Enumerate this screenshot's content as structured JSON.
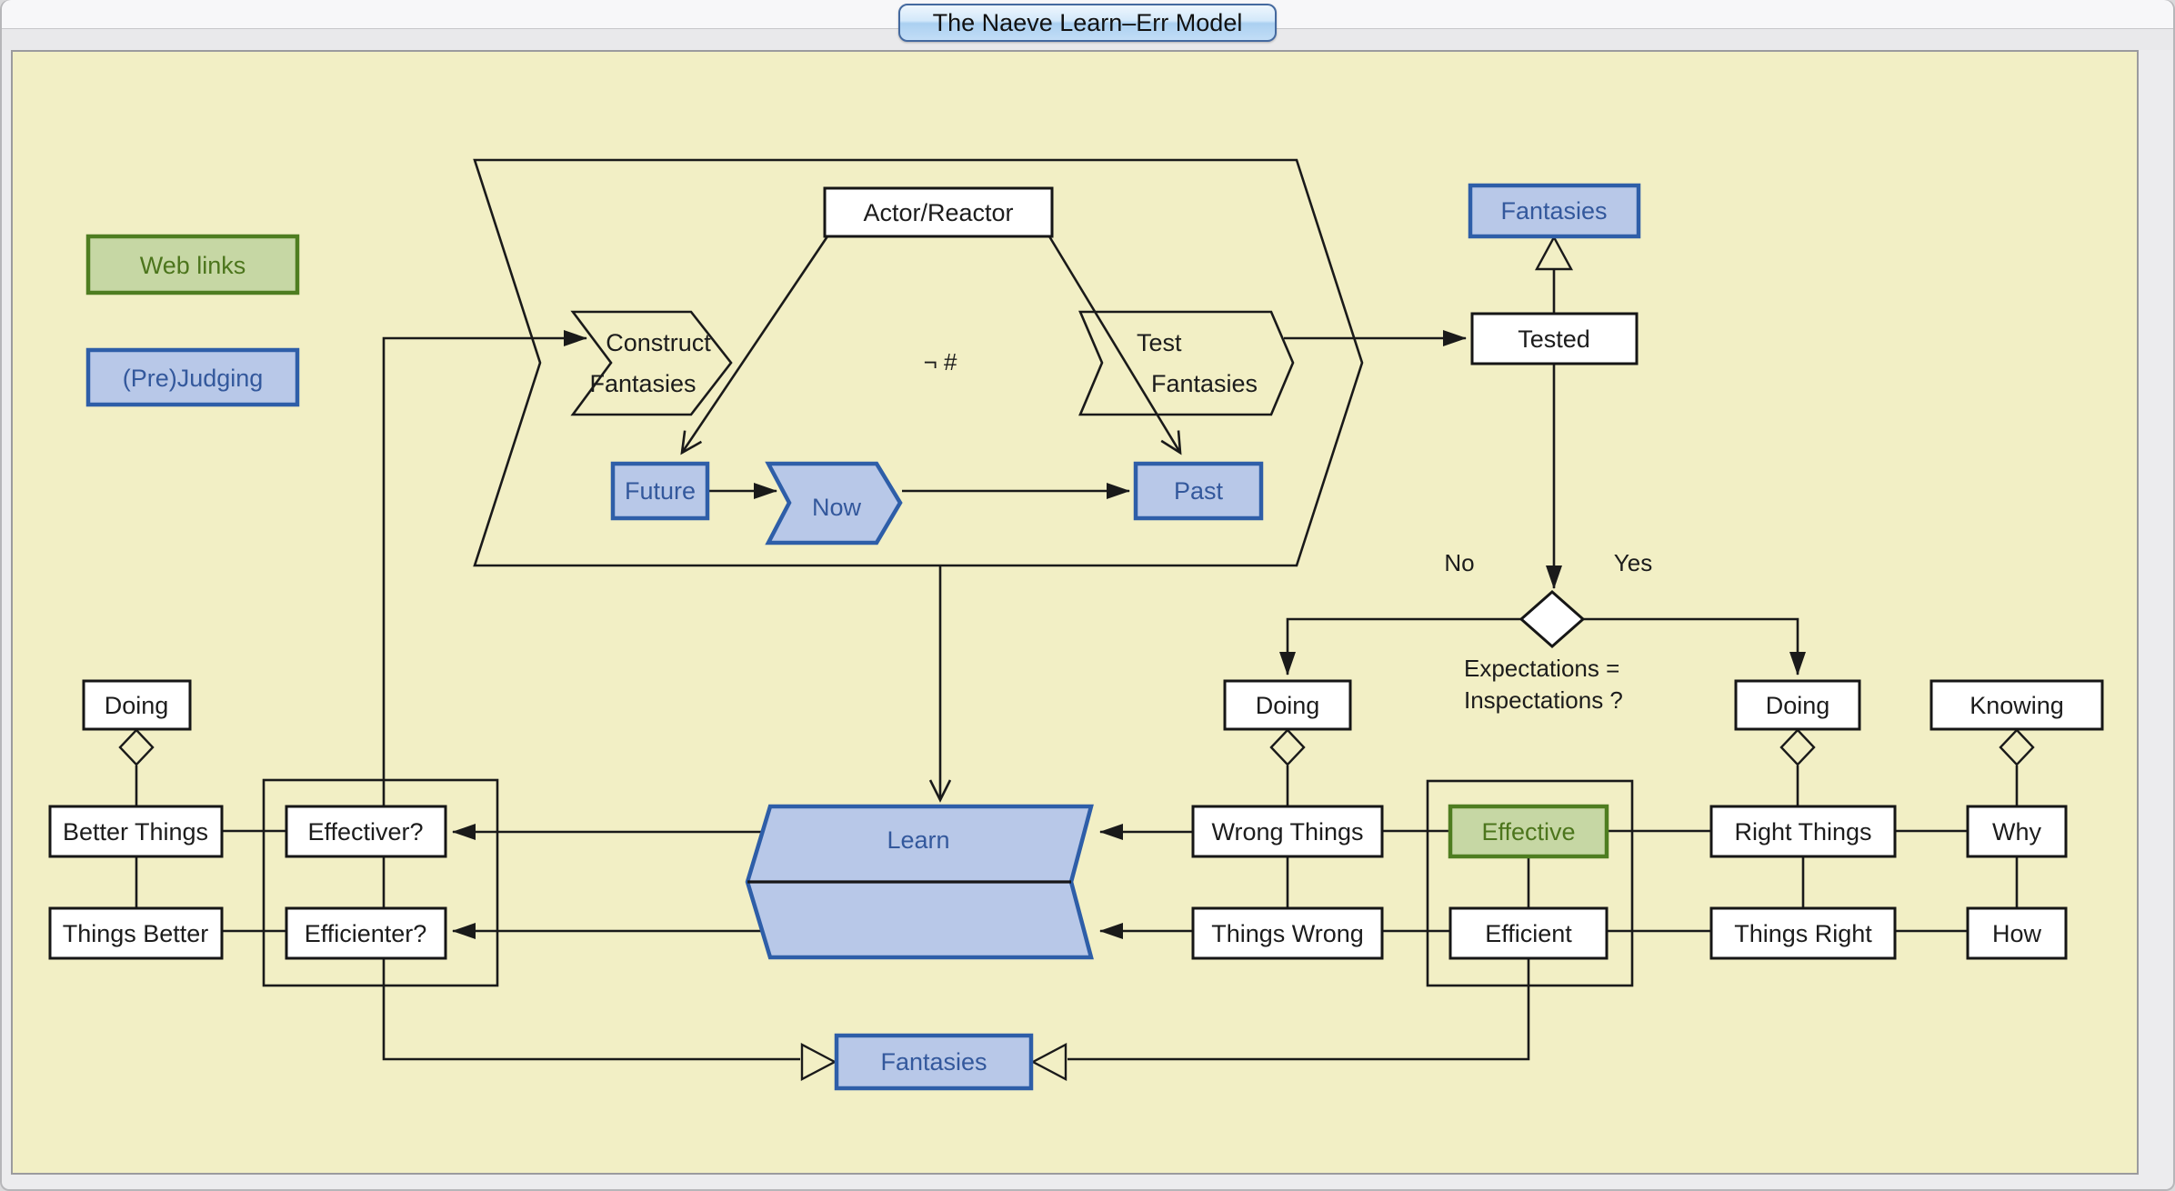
{
  "window": {
    "title": "The Naeve Learn–Err Model"
  },
  "legend": {
    "web_links": "Web links",
    "prejudging": "(Pre)Judging"
  },
  "colors": {
    "canvas": "#f2efc5",
    "blue_fill": "#b8c8e8",
    "blue_border": "#2e5ea8",
    "blue_text": "#33589c",
    "green_fill": "#c6d7a4",
    "green_border": "#4e7d20",
    "green_text": "#4c751c",
    "line": "#1a1a1a",
    "tab_border": "#44699f"
  },
  "nodes": {
    "actor_reactor": "Actor/Reactor",
    "construct_fantasies": {
      "line1": "Construct",
      "line2": "Fantasies"
    },
    "test_fantasies": {
      "line1": "Test",
      "line2": "Fantasies"
    },
    "inequality": "¬ #",
    "future": "Future",
    "now": "Now",
    "past": "Past",
    "fantasies_top": "Fantasies",
    "tested": "Tested",
    "branch_no": "No",
    "branch_yes": "Yes",
    "decision": {
      "line1": "Expectations =",
      "line2": "Inspectations ?"
    },
    "doing_left": "Doing",
    "doing_mid": "Doing",
    "doing_right": "Doing",
    "knowing": "Knowing",
    "learn": "Learn",
    "better_things": "Better Things",
    "things_better": "Things Better",
    "effectiver": "Effectiver?",
    "efficienter": "Efficienter?",
    "wrong_things": "Wrong Things",
    "things_wrong": "Things Wrong",
    "effective": "Effective",
    "efficient": "Efficient",
    "right_things": "Right Things",
    "things_right": "Things Right",
    "why": "Why",
    "how": "How",
    "fantasies_bottom": "Fantasies"
  }
}
